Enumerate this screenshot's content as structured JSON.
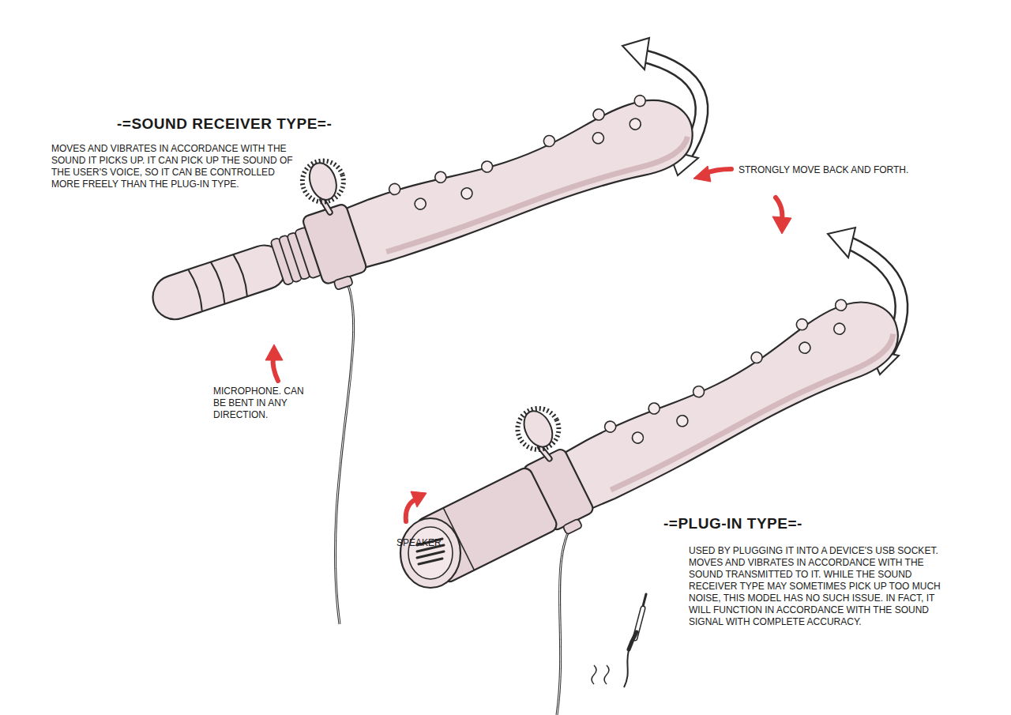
{
  "diagram": {
    "labels": [
      "-=SOUND RECEIVER TYPE=-",
      "MOVES AND VIBRATES IN ACCORDANCE WITH THE SOUND IT PICKS UP. IT CAN PICK UP THE SOUND OF THE USER'S VOICE, SO IT CAN BE CONTROLLED MORE FREELY THAN THE PLUG-IN TYPE.",
      "STRONGLY MOVE BACK AND FORTH.",
      "MICROPHONE. CAN BE BENT IN ANY DIRECTION.",
      "SPEAKER.",
      "-=PLUG-IN TYPE=-",
      "USED BY PLUGGING IT INTO A DEVICE'S USB SOCKET. MOVES AND VIBRATES IN ACCORDANCE WITH THE SOUND TRANSMITTED TO IT. WHILE THE SOUND RECEIVER TYPE MAY SOMETIMES PICK UP TOO MUCH NOISE, THIS MODEL HAS NO SUCH ISSUE. IN FACT, IT WILL FUNCTION IN ACCORDANCE WITH THE SOUND SIGNAL WITH COMPLETE ACCURACY."
    ]
  }
}
